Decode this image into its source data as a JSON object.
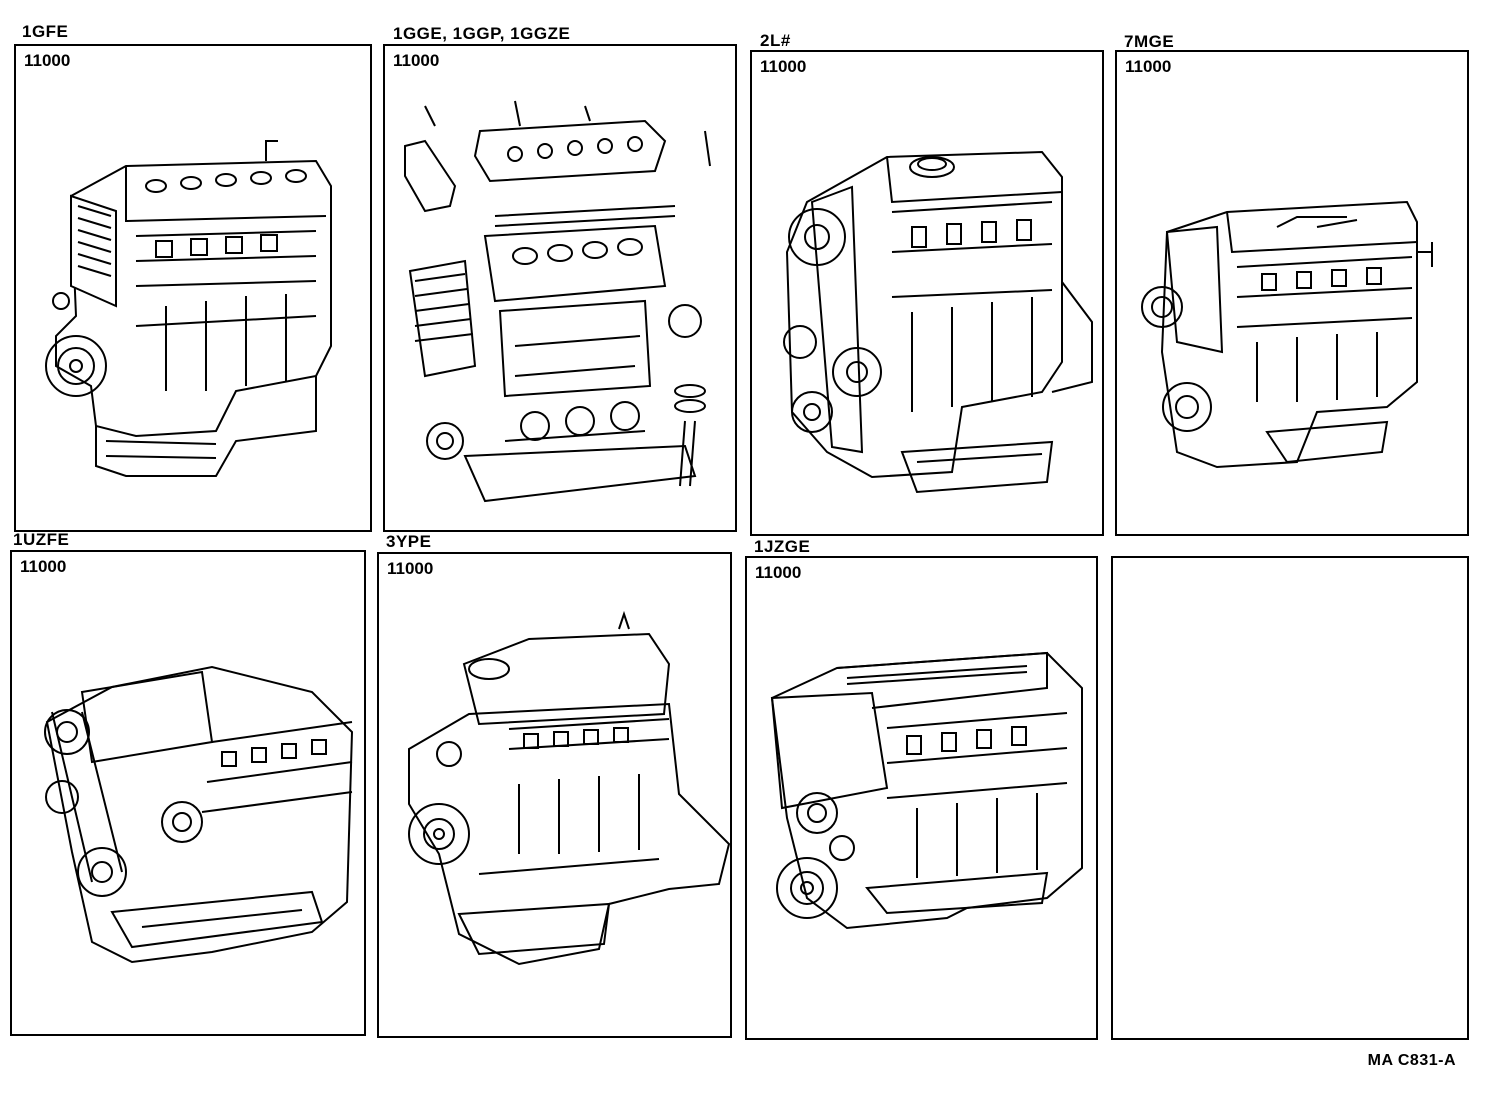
{
  "diagram": {
    "panels": [
      {
        "engine": "1GFE",
        "part_number": "11000"
      },
      {
        "engine": "1GGE, 1GGP, 1GGZE",
        "part_number": "11000"
      },
      {
        "engine": "2L#",
        "part_number": "11000"
      },
      {
        "engine": "7MGE",
        "part_number": "11000"
      },
      {
        "engine": "1UZFE",
        "part_number": "11000"
      },
      {
        "engine": "3YPE",
        "part_number": "11000"
      },
      {
        "engine": "1JZGE",
        "part_number": "11000"
      },
      {
        "engine": "",
        "part_number": ""
      }
    ],
    "footer_code": "MA  C831-A"
  }
}
